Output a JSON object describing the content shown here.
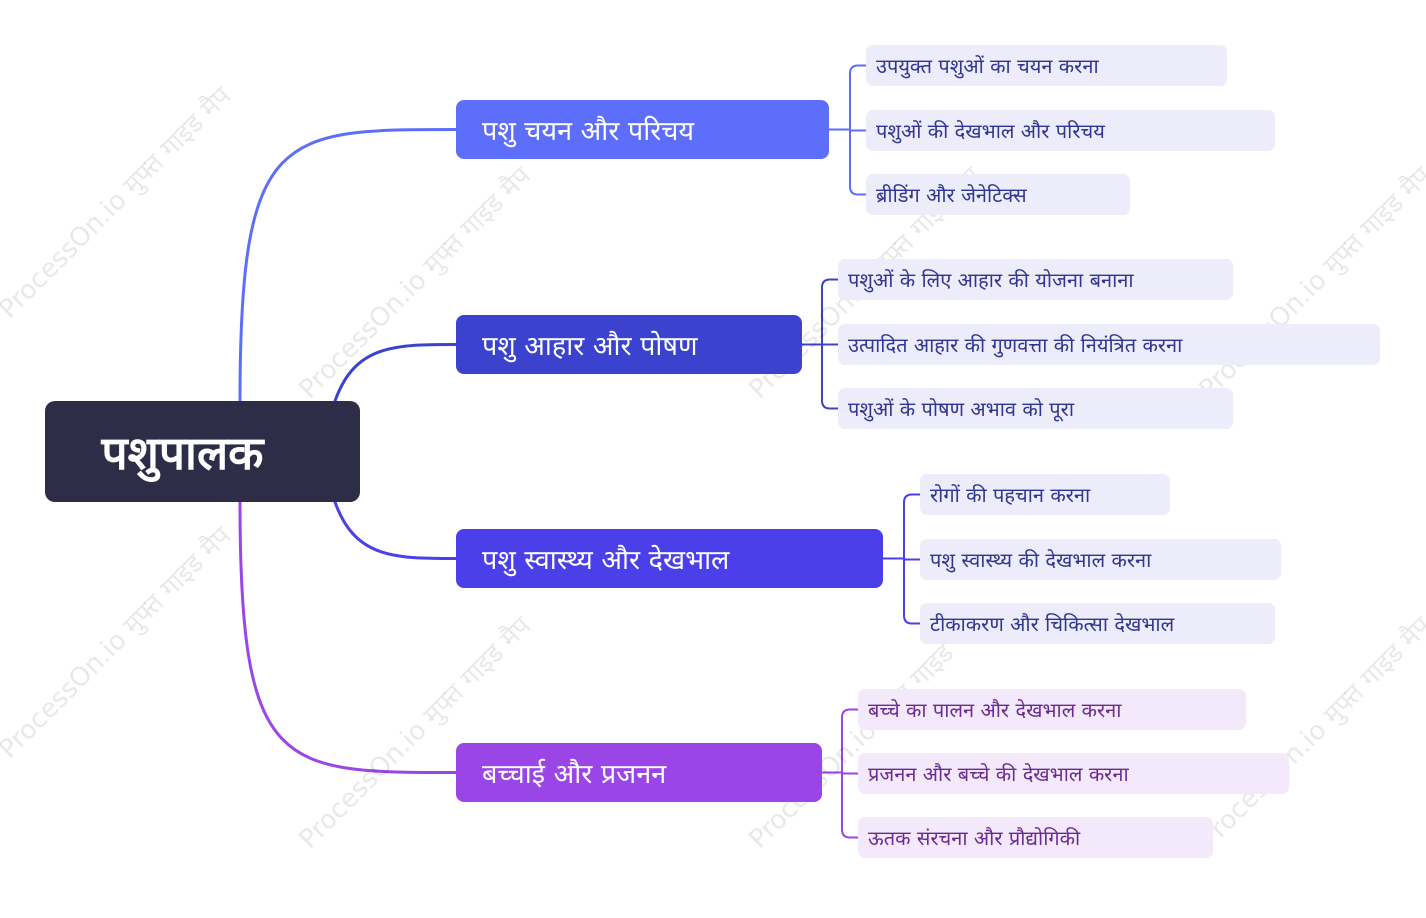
{
  "root": {
    "label": "पशुपालक"
  },
  "branches": [
    {
      "label": "पशु चयन और परिचय",
      "leaves": [
        "उपयुक्त पशुओं का चयन करना",
        "पशुओं की देखभाल और परिचय",
        "ब्रीडिंग और जेनेटिक्स"
      ]
    },
    {
      "label": "पशु आहार और पोषण",
      "leaves": [
        "पशुओं के लिए आहार की योजना बनाना",
        "उत्पादित आहार की गुणवत्ता की नियंत्रित करना",
        "पशुओं के पोषण अभाव को पूरा"
      ]
    },
    {
      "label": "पशु स्वास्थ्य और देखभाल",
      "leaves": [
        "रोगों की पहचान करना",
        "पशु स्वास्थ्य की देखभाल करना",
        "टीकाकरण और चिकित्सा देखभाल"
      ]
    },
    {
      "label": "बच्चाई और प्रजनन",
      "leaves": [
        "बच्चे का पालन और देखभाल करना",
        "प्रजनन और बच्चे की देखभाल करना",
        "ऊतक संरचना और प्रौद्योगिकी"
      ]
    }
  ],
  "watermark": "ProcessOn.io मुफ्त गाइड मैप",
  "colors": {
    "root_bg": "#2e2d48",
    "branch_bg": [
      "#5d6ffa",
      "#3a42ce",
      "#4a3fe8",
      "#9a45e6"
    ],
    "branch_line": [
      "#5d6ffa",
      "#3a42ce",
      "#4a3fe8",
      "#9a45e6"
    ],
    "leaf_bg": [
      "#ececfb",
      "#ececfb",
      "#ececfb",
      "#f4e9fb"
    ],
    "leaf_text": [
      "#2f3590",
      "#2f3590",
      "#2f3590",
      "#6a2a92"
    ]
  }
}
